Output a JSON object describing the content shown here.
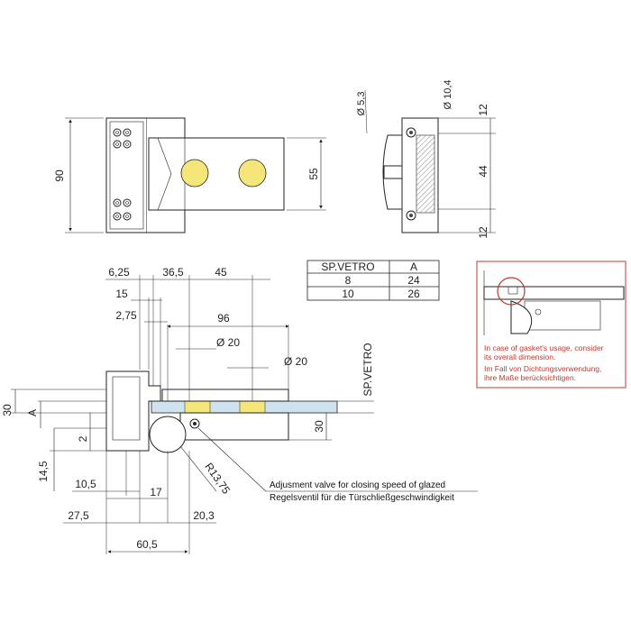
{
  "top_view": {
    "dim_height": "90",
    "dim_inner": "55"
  },
  "side_view": {
    "dim_hole_small": "Ø 5,3",
    "dim_hole_large": "Ø 10,4",
    "dim_top": "12",
    "dim_mid": "44",
    "dim_bottom": "12"
  },
  "table": {
    "headers": [
      "SP.VETRO",
      "A"
    ],
    "rows": [
      [
        "8",
        "24"
      ],
      [
        "10",
        "26"
      ]
    ]
  },
  "front_view": {
    "dims_top": [
      "6,25",
      "36,5",
      "45"
    ],
    "dim_15": "15",
    "dim_275": "2,75",
    "dim_96": "96",
    "dia_20_a": "Ø 20",
    "dia_20_b": "Ø 20",
    "dim_30_left": "30",
    "dim_A": "A",
    "dim_2": "2",
    "dim_145": "14,5",
    "dim_105": "10,5",
    "dim_17": "17",
    "dim_275b": "27,5",
    "dim_203": "20,3",
    "dim_605": "60,5",
    "radius": "R13,75",
    "glass_label": "SP.VETRO",
    "dim_30_right": "30",
    "note_line1": "Adjusment valve for closing speed of glazed",
    "note_line2": "Regelsventil für die Türschließgeschwindigkeit"
  },
  "detail": {
    "note_en_1": "In case of gasket's usage, consider",
    "note_en_2": "its overall dimension.",
    "note_de_1": "Im Fall von Dichtungsverwendung,",
    "note_de_2": "ihre Maße berücksichtigen."
  },
  "colors": {
    "accent_yellow": "#f5e67a",
    "glass_blue": "#cfe3ee",
    "detail_red": "#c0392b"
  }
}
